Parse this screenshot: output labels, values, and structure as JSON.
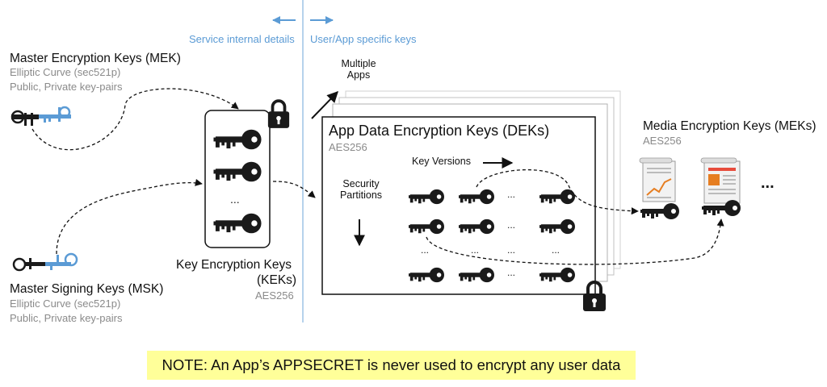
{
  "header": {
    "left_label": "Service internal details",
    "right_label": "User/App specific keys"
  },
  "mek": {
    "title": "Master Encryption Keys (MEK)",
    "line1": "Elliptic Curve (sec521p)",
    "line2": "Public, Private key-pairs"
  },
  "msk": {
    "title": "Master Signing Keys (MSK)",
    "line1": "Elliptic Curve (sec521p)",
    "line2": "Public, Private key-pairs"
  },
  "kek": {
    "title_line1": "Key Encryption Keys",
    "title_line2": "(KEKs)",
    "algorithm": "AES256",
    "ellipsis": "..."
  },
  "dek": {
    "multiple_apps_line1": "Multiple",
    "multiple_apps_line2": "Apps",
    "title": "App Data Encryption Keys (DEKs)",
    "algorithm": "AES256",
    "key_versions": "Key Versions",
    "security_partitions_line1": "Security",
    "security_partitions_line2": "Partitions",
    "ellipsis": "..."
  },
  "media": {
    "title": "Media Encryption Keys (MEKs)",
    "algorithm": "AES256",
    "more": "..."
  },
  "note": "NOTE: An App’s APPSECRET is never used to encrypt any user data",
  "colors": {
    "divider": "#9dc3e6",
    "header_blue": "#5b9bd5",
    "key_black": "#1a1a1a",
    "note_bg": "#ffff99",
    "subtext_gray": "#8a8a8a"
  },
  "icons": [
    "ornate-key-icon",
    "lock-icon",
    "key-icon",
    "document-chart-icon",
    "double-arrow-icon"
  ]
}
